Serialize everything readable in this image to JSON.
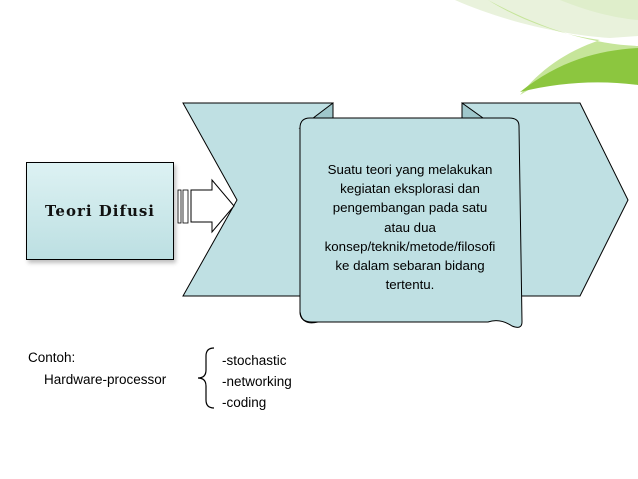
{
  "slide": {
    "colors": {
      "banner_fill": "#bfe0e3",
      "title_box_fill": "#ccebee",
      "accent_green": "#8cc63f",
      "accent_light": "#c6e59a",
      "outline": "#000000"
    },
    "title_box": {
      "label": "Teori Difusi"
    },
    "definition": {
      "lines": [
        "Suatu teori yang melakukan",
        "kegiatan eksplorasi dan",
        "pengembangan pada satu",
        "atau dua",
        "konsep/teknik/metode/filosofi",
        "ke dalam sebaran bidang",
        "tertentu."
      ]
    },
    "example": {
      "label": "Contoh:",
      "item": "Hardware-processor",
      "sub_items": [
        "-stochastic",
        "-networking",
        "-coding"
      ]
    },
    "icons": {
      "arrow": "block-right-arrow-icon",
      "brace": "left-curly-brace-icon",
      "ribbon": "scroll-ribbon-banner-icon",
      "corner": "green-corner-swoosh-icon"
    }
  }
}
